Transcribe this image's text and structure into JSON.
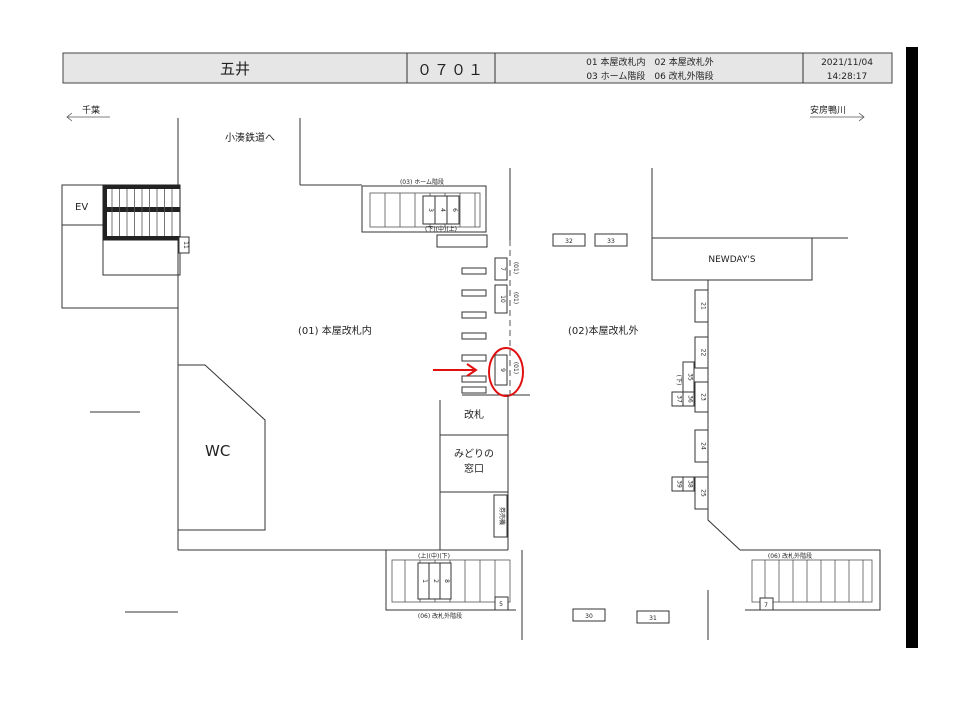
{
  "header": {
    "station": "五井",
    "code": "０７０１",
    "legend_line1": "01 本屋改札内　02 本屋改札外",
    "legend_line2": "03 ホーム階段　06 改札外階段",
    "date": "2021/11/04",
    "time": "14:28:17"
  },
  "directions": {
    "left": "千葉",
    "right": "安房鴨川"
  },
  "areas": {
    "kominato": "小湊鉄道へ",
    "ev": "EV",
    "wc": "WC",
    "inside": "(01) 本屋改札内",
    "outside": "(02)本屋改札外",
    "newdays": "NEWDAY'S",
    "gate": "改札",
    "midori1": "みどりの",
    "midori2": "窓口",
    "ticket_machine": "券売機",
    "home_stairs": "(03) ホーム階段",
    "out_stairs_left": "(06) 改札外階段",
    "out_stairs_right": "(06) 改札外階段",
    "stair_marks": "(下)(中)(上)",
    "stair_marks_bottom": "(上)(中)(下)"
  },
  "spots": {
    "s11": "11",
    "s3": "3",
    "s4": "4",
    "s6": "6",
    "s7": "7",
    "s10": "10",
    "s9": "9",
    "s32": "32",
    "s33": "33",
    "s21": "21",
    "s22": "22",
    "s35": "35",
    "s37": "37",
    "s36": "36",
    "s23": "23",
    "s24": "24",
    "s38": "38",
    "s39": "39",
    "s25": "25",
    "s1": "1",
    "s2": "2",
    "s8": "8",
    "s5": "5",
    "s30": "30",
    "s31": "31",
    "s7b": "7",
    "tag01": "(01)",
    "tag_down": "(下)"
  },
  "colors": {
    "highlight": "#e01010",
    "sidebar": "#000000"
  }
}
